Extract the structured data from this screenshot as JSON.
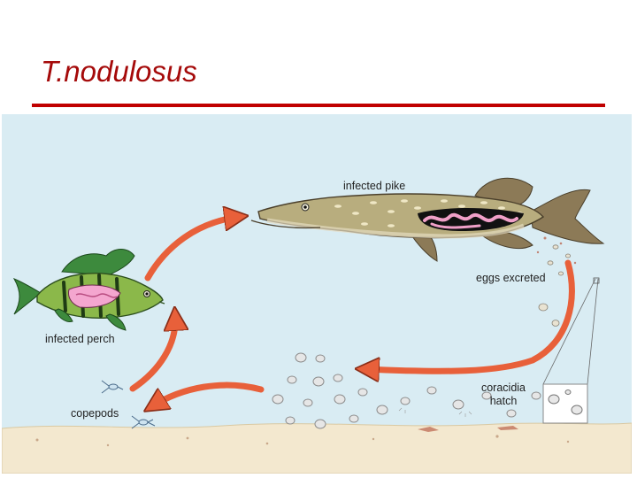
{
  "title": "T.nodulosus",
  "labels": {
    "infected_pike": "infected pike",
    "eggs_excreted": "eggs excreted",
    "infected_perch": "infected perch",
    "copepods": "copepods",
    "coracidia_hatch": "coracidia hatch"
  },
  "colors": {
    "title": "#a50a0a",
    "rule": "#c00000",
    "water": "#d9ecf3",
    "sand": "#f3e8cf",
    "arrow": "#e8603a"
  }
}
